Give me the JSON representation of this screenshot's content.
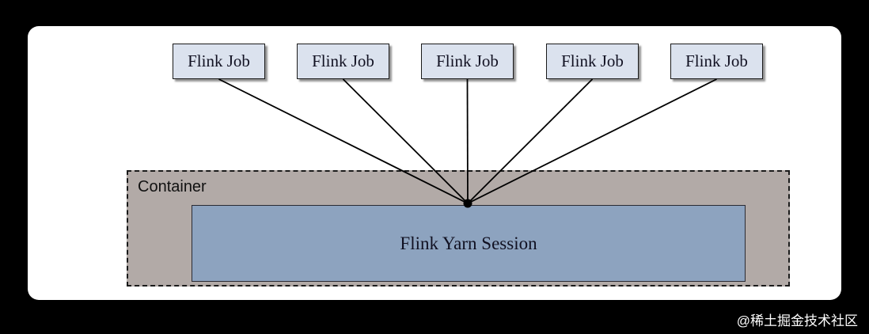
{
  "diagram": {
    "job_labels": [
      "Flink Job",
      "Flink Job",
      "Flink Job",
      "Flink Job",
      "Flink Job"
    ],
    "container": {
      "label": "Container"
    },
    "session": {
      "label": "Flink Yarn Session"
    }
  },
  "watermark": {
    "text": "@稀土掘金技术社区"
  },
  "colors": {
    "page_background": "#000000",
    "panel_background": "#ffffff",
    "job_box_fill": "#dbe2ee",
    "job_box_border": "#1a1a1a",
    "container_fill": "#b2aaa7",
    "container_border": "#1a1a1a",
    "session_fill": "#8da3bf",
    "session_border": "#2a2a33",
    "connector": "#000000"
  }
}
